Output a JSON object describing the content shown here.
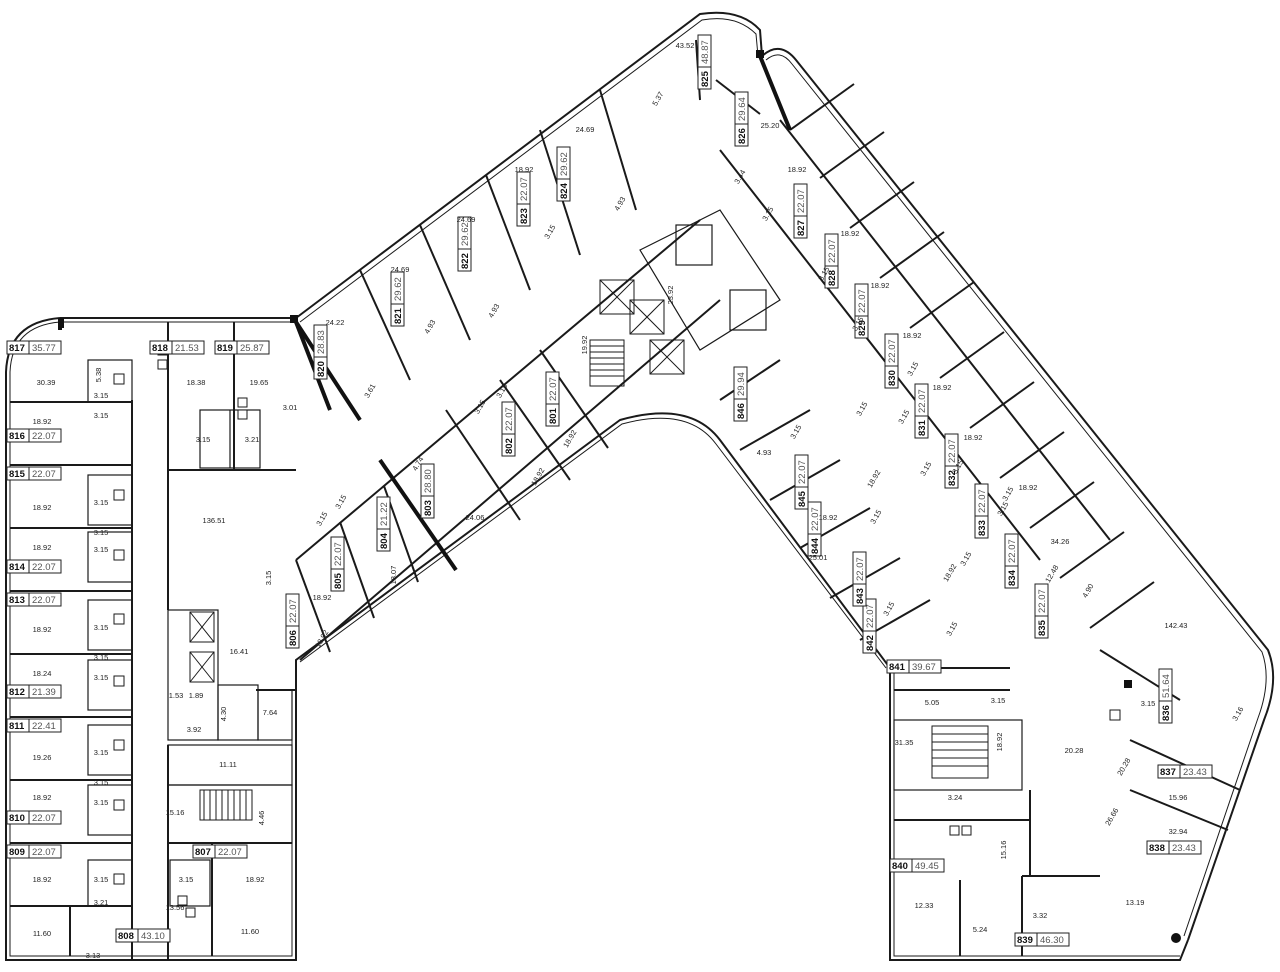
{
  "units": [
    {
      "id": "817",
      "area": "35.77"
    },
    {
      "id": "818",
      "area": "21.53"
    },
    {
      "id": "819",
      "area": "25.87"
    },
    {
      "id": "816",
      "area": "22.07"
    },
    {
      "id": "815",
      "area": "22.07"
    },
    {
      "id": "814",
      "area": "22.07"
    },
    {
      "id": "813",
      "area": "22.07"
    },
    {
      "id": "812",
      "area": "21.39"
    },
    {
      "id": "811",
      "area": "22.41"
    },
    {
      "id": "810",
      "area": "22.07"
    },
    {
      "id": "809",
      "area": "22.07"
    },
    {
      "id": "808",
      "area": "43.10"
    },
    {
      "id": "807",
      "area": "22.07"
    },
    {
      "id": "806",
      "area": "22.07"
    },
    {
      "id": "805",
      "area": "22.07"
    },
    {
      "id": "804",
      "area": "21.22"
    },
    {
      "id": "803",
      "area": "28.80"
    },
    {
      "id": "802",
      "area": "22.07"
    },
    {
      "id": "801",
      "area": "22.07"
    },
    {
      "id": "820",
      "area": "28.83"
    },
    {
      "id": "821",
      "area": "29.62"
    },
    {
      "id": "822",
      "area": "29.62"
    },
    {
      "id": "823",
      "area": "22.07"
    },
    {
      "id": "824",
      "area": "29.62"
    },
    {
      "id": "825",
      "area": "48.87"
    },
    {
      "id": "826",
      "area": "29.64"
    },
    {
      "id": "827",
      "area": "22.07"
    },
    {
      "id": "828",
      "area": "22.07"
    },
    {
      "id": "829",
      "area": "22.07"
    },
    {
      "id": "830",
      "area": "22.07"
    },
    {
      "id": "831",
      "area": "22.07"
    },
    {
      "id": "832",
      "area": "22.07"
    },
    {
      "id": "833",
      "area": "22.07"
    },
    {
      "id": "834",
      "area": "22.07"
    },
    {
      "id": "835",
      "area": "22.07"
    },
    {
      "id": "836",
      "area": "51.64"
    },
    {
      "id": "837",
      "area": "23.43"
    },
    {
      "id": "838",
      "area": "23.43"
    },
    {
      "id": "839",
      "area": "46.30"
    },
    {
      "id": "840",
      "area": "49.45"
    },
    {
      "id": "841",
      "area": "39.67"
    },
    {
      "id": "842",
      "area": "22.07"
    },
    {
      "id": "843",
      "area": "22.07"
    },
    {
      "id": "844",
      "area": "22.07"
    },
    {
      "id": "845",
      "area": "22.07"
    },
    {
      "id": "846",
      "area": "29.94"
    }
  ],
  "area_labels": [
    "30.39",
    "5.38",
    "3.15",
    "18.38",
    "19.65",
    "3.15",
    "3.21",
    "18.92",
    "3.15",
    "18.92",
    "3.15",
    "3.15",
    "18.92",
    "3.15",
    "18.92",
    "3.15",
    "3.15",
    "18.24",
    "3.15",
    "19.26",
    "3.15",
    "3.15",
    "18.92",
    "3.15",
    "18.92",
    "3.15",
    "3.21",
    "11.60",
    "3.13",
    "13.56",
    "3.15",
    "18.92",
    "11.60",
    "136.51",
    "16.41",
    "1.53",
    "1.89",
    "3.92",
    "4.30",
    "7.64",
    "11.11",
    "15.16",
    "4.46",
    "3.15",
    "18.92",
    "3.15",
    "3.15",
    "18.92",
    "18.07",
    "4.74",
    "24.06",
    "3.15",
    "3.15",
    "18.92",
    "18.92",
    "19.92",
    "3.01",
    "3.61",
    "24.22",
    "24.69",
    "4.93",
    "24.69",
    "4.93",
    "18.92",
    "3.15",
    "24.69",
    "4.93",
    "23.92",
    "43.52",
    "5.37",
    "25.20",
    "3.44",
    "3.15",
    "18.92",
    "3.15",
    "18.92",
    "3.15",
    "3.15",
    "18.92",
    "3.15",
    "18.92",
    "3.15",
    "3.15",
    "18.92",
    "3.15",
    "18.92",
    "3.15",
    "3.15",
    "18.92",
    "12.48",
    "34.26",
    "4.90",
    "142.43",
    "3.16",
    "3.15",
    "20.28",
    "20.28",
    "26.66",
    "15.96",
    "32.94",
    "13.19",
    "3.32",
    "12.33",
    "5.24",
    "15.16",
    "3.24",
    "31.35",
    "18.92",
    "3.15",
    "5.05",
    "3.15",
    "18.92",
    "3.15",
    "3.15",
    "18.92",
    "18.92",
    "3.15",
    "25.01",
    "4.93",
    "3.15"
  ]
}
